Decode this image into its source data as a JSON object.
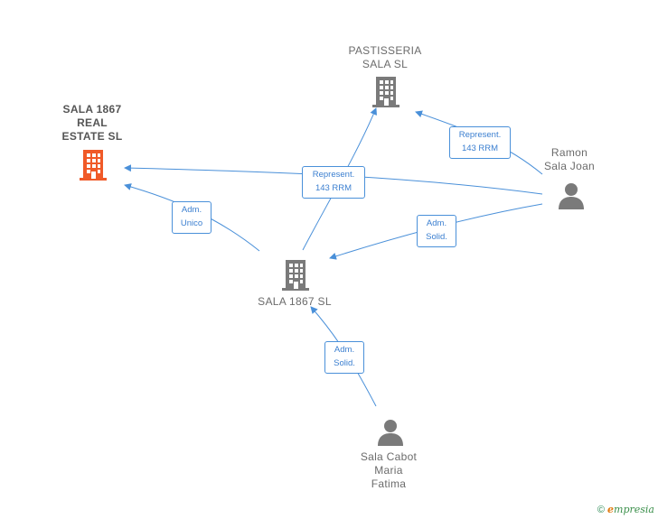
{
  "nodes": {
    "sala_1867_real_estate": {
      "lines": [
        "SALA 1867",
        "REAL",
        "ESTATE  SL"
      ],
      "type": "company",
      "color": "#f05a28"
    },
    "pastisseria_sala": {
      "lines": [
        "PASTISSERIA",
        "SALA  SL"
      ],
      "type": "company",
      "color": "#7a7a7a"
    },
    "sala_1867_sl": {
      "lines": [
        "SALA 1867  SL"
      ],
      "type": "company",
      "color": "#7a7a7a"
    },
    "ramon_sala_joan": {
      "lines": [
        "Ramon",
        "Sala Joan"
      ],
      "type": "person",
      "color": "#7a7a7a"
    },
    "sala_cabot_maria_fatima": {
      "lines": [
        "Sala Cabot",
        "Maria",
        "Fatima"
      ],
      "type": "person",
      "color": "#7a7a7a"
    }
  },
  "edges": [
    {
      "from": "ramon_sala_joan",
      "to": "pastisseria_sala",
      "label": [
        "Represent.",
        "143 RRM"
      ]
    },
    {
      "from": "ramon_sala_joan",
      "to": "sala_1867_real_estate",
      "label": []
    },
    {
      "from": "sala_1867_sl",
      "to": "pastisseria_sala",
      "label": [
        "Represent.",
        "143 RRM"
      ]
    },
    {
      "from": "sala_1867_sl",
      "to": "sala_1867_real_estate",
      "label": [
        "Adm.",
        "Unico"
      ]
    },
    {
      "from": "ramon_sala_joan",
      "to": "sala_1867_sl",
      "label": [
        "Adm.",
        "Solid."
      ]
    },
    {
      "from": "sala_cabot_maria_fatima",
      "to": "sala_1867_sl",
      "label": [
        "Adm.",
        "Solid."
      ]
    }
  ],
  "edge_color": "#4a90d9",
  "footer": {
    "copyright": "©",
    "brand_e": "e",
    "brand_rest": "mpresia"
  }
}
